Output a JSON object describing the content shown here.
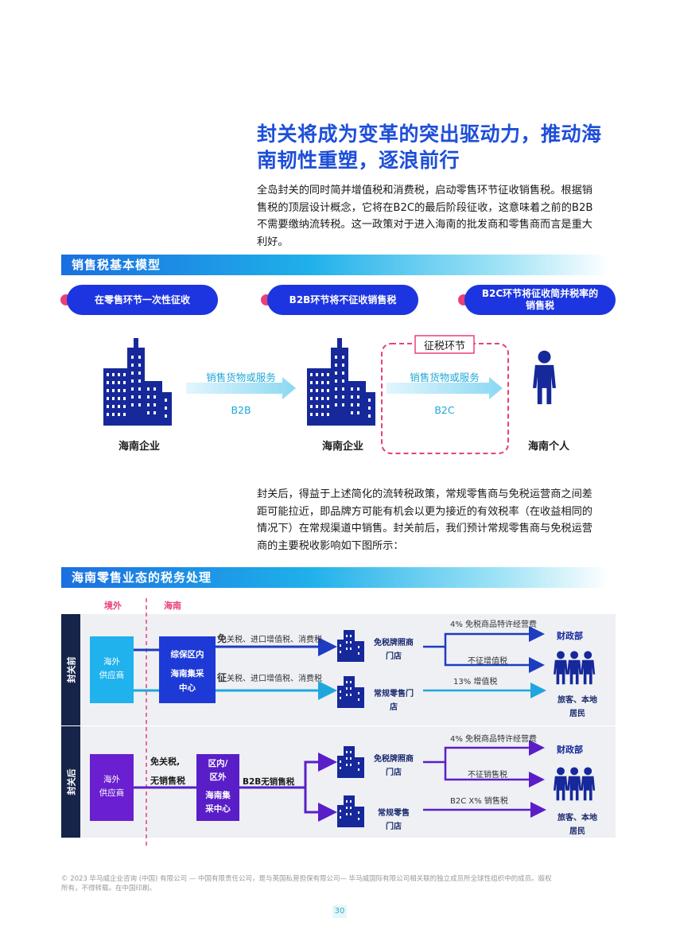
{
  "heading": {
    "line1": "封关将成为变革的突出驱动力，推动海",
    "line2": "南韧性重塑，逐浪前行"
  },
  "intro": {
    "l1": "全岛封关的同时简并增值税和消费税，启动零售环节征收销售税。根据销",
    "l2": "售税的顶层设计概念，它将在B2C的最后阶段征收，这意味着之前的B2B",
    "l3": "不需要缴纳流转税。这一政策对于进入海南的批发商和零售商而言是重大",
    "l4": "利好。"
  },
  "section1": {
    "title": "销售税基本模型",
    "pills": [
      "在零售环节一次性征收",
      "B2B环节将不征收销售税",
      "B2C环节将征收简并税率的",
      "销售税"
    ],
    "tax_box_label": "征税环节",
    "flow1_top": "销售货物或服务",
    "flow1_bottom": "B2B",
    "flow2_top": "销售货物或服务",
    "flow2_bottom": "B2C",
    "node1": "海南企业",
    "node2": "海南企业",
    "node3": "海南个人"
  },
  "middle": {
    "l1": "封关后，得益于上述简化的流转税政策，常规零售商与免税运营商之间差",
    "l2": "距可能拉近，即品牌方可能有机会以更为接近的有效税率（在收益相同的",
    "l3": "情况下）在常规渠道中销售。封关前后，我们预计常规零售商与免税运营",
    "l4": "商的主要税收影响如下图所示："
  },
  "section2": {
    "title": "海南零售业态的税务处理",
    "col_out": "境外",
    "col_hn": "海南",
    "before": {
      "side": "封关前",
      "supplier": [
        "海外",
        "供应商"
      ],
      "center": [
        "综保区内",
        "海南集采",
        "中心"
      ],
      "line1_bold": "免",
      "line1_rest": "关税、进口增值税、消费税",
      "line2_bold": "征",
      "line2_rest": "关税、进口增值税、消费税",
      "shop1": [
        "免税牌照商",
        "门店"
      ],
      "shop2": [
        "常规零售门",
        "店"
      ],
      "fee1": "4% 免税商品特许经营费",
      "fee2": "不征增值税",
      "fee3": "13% 增值税",
      "mof": "财政部",
      "people": [
        "旅客、本地",
        "居民"
      ]
    },
    "after": {
      "side": "封关后",
      "supplier": [
        "海外",
        "供应商"
      ],
      "exempt": [
        "免关税,",
        "无销售税"
      ],
      "center": [
        "区内/",
        "区外",
        "海南集",
        "采中心"
      ],
      "b2b": "B2B无销售税",
      "shop1": [
        "免税牌照商",
        "门店"
      ],
      "shop2": [
        "常规零售",
        "门店"
      ],
      "fee1": "4% 免税商品特许经营费",
      "fee2": "不征销售税",
      "fee3": "B2C X% 销售税",
      "mof": "财政部",
      "people": [
        "旅客、本地",
        "居民"
      ]
    }
  },
  "footer": {
    "l1": "© 2023 毕马威企业咨询 (中国) 有限公司 — 中国有限责任公司，是与英国私营担保有限公司— 毕马威国际有限公司相关联的独立成员所全球性组织中的成员。版权",
    "l2": "所有，不得转载。在中国印刷。",
    "page": "30"
  },
  "colors": {
    "blue": "#1e4fd8",
    "navy": "#0f2a8a",
    "cyan": "#1fa6de",
    "purple": "#6a1fd0",
    "pink": "#e8407a"
  }
}
